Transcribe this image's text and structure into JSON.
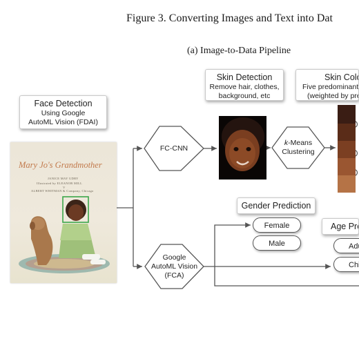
{
  "figure": {
    "caption": "Figure 3. Converting Images and Text into Dat",
    "subcaption": "(a) Image-to-Data Pipeline"
  },
  "callouts": {
    "face_detection": {
      "title": "Face Detection",
      "line1": "Using Google",
      "line2": "AutoML Vision (FDAI)"
    },
    "skin_detection": {
      "title": "Skin Detection",
      "line1": "Remove hair, clothes,",
      "line2": "background, etc"
    },
    "skin_color": {
      "title": "Skin Colo",
      "line1": "Five predominant s",
      "line2": "(weighted by prev"
    },
    "gender_prediction": {
      "title": "Gender Prediction"
    },
    "age_prediction": {
      "title": "Age Pre"
    }
  },
  "nodes": {
    "fc_cnn": {
      "label": "FC-CNN"
    },
    "kmeans": {
      "k": "k",
      "line1": "-Means",
      "line2": "Clustering"
    },
    "google_fca": {
      "line1": "Google",
      "line2": "AutoML Vision",
      "line3": "(FCA)"
    }
  },
  "options": {
    "gender": [
      "Female",
      "Male"
    ],
    "age": [
      "Adu",
      "Chi"
    ]
  },
  "book_cover": {
    "title": "Mary Jo's Grandmother",
    "author": "JANICE MAY UDRY",
    "illustrator": "Illustrated by ELEANOR MILL",
    "separator": "V",
    "publisher": "ALBERT WHITMAN & Company, Chicago"
  },
  "colors": {
    "stroke": "#555555",
    "skin_palette": [
      "#3a1d14",
      "#5a2c18",
      "#7b3f22",
      "#9a5631",
      "#b57346"
    ]
  }
}
